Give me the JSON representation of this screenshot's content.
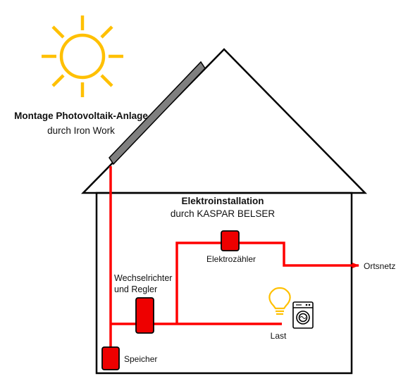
{
  "pv": {
    "title": "Montage Photovoltaik-Anlage",
    "subtitle": "durch Iron Work"
  },
  "installation": {
    "title": "Elektroinstallation",
    "subtitle": "durch KASPAR BELSER"
  },
  "components": {
    "meter": "Elektrozähler",
    "grid": "Ortsnetz",
    "inverter_line1": "Wechselrichter",
    "inverter_line2": "und Regler",
    "load": "Last",
    "storage": "Speicher"
  },
  "colors": {
    "wire": "#ff0000",
    "box_fill": "#ee0000",
    "sun": "#ffc000",
    "panel": "#7f7f7f",
    "outline": "#000000"
  },
  "icons": [
    "sun-icon",
    "solar-panel-icon",
    "lightbulb-icon",
    "washing-machine-icon"
  ]
}
